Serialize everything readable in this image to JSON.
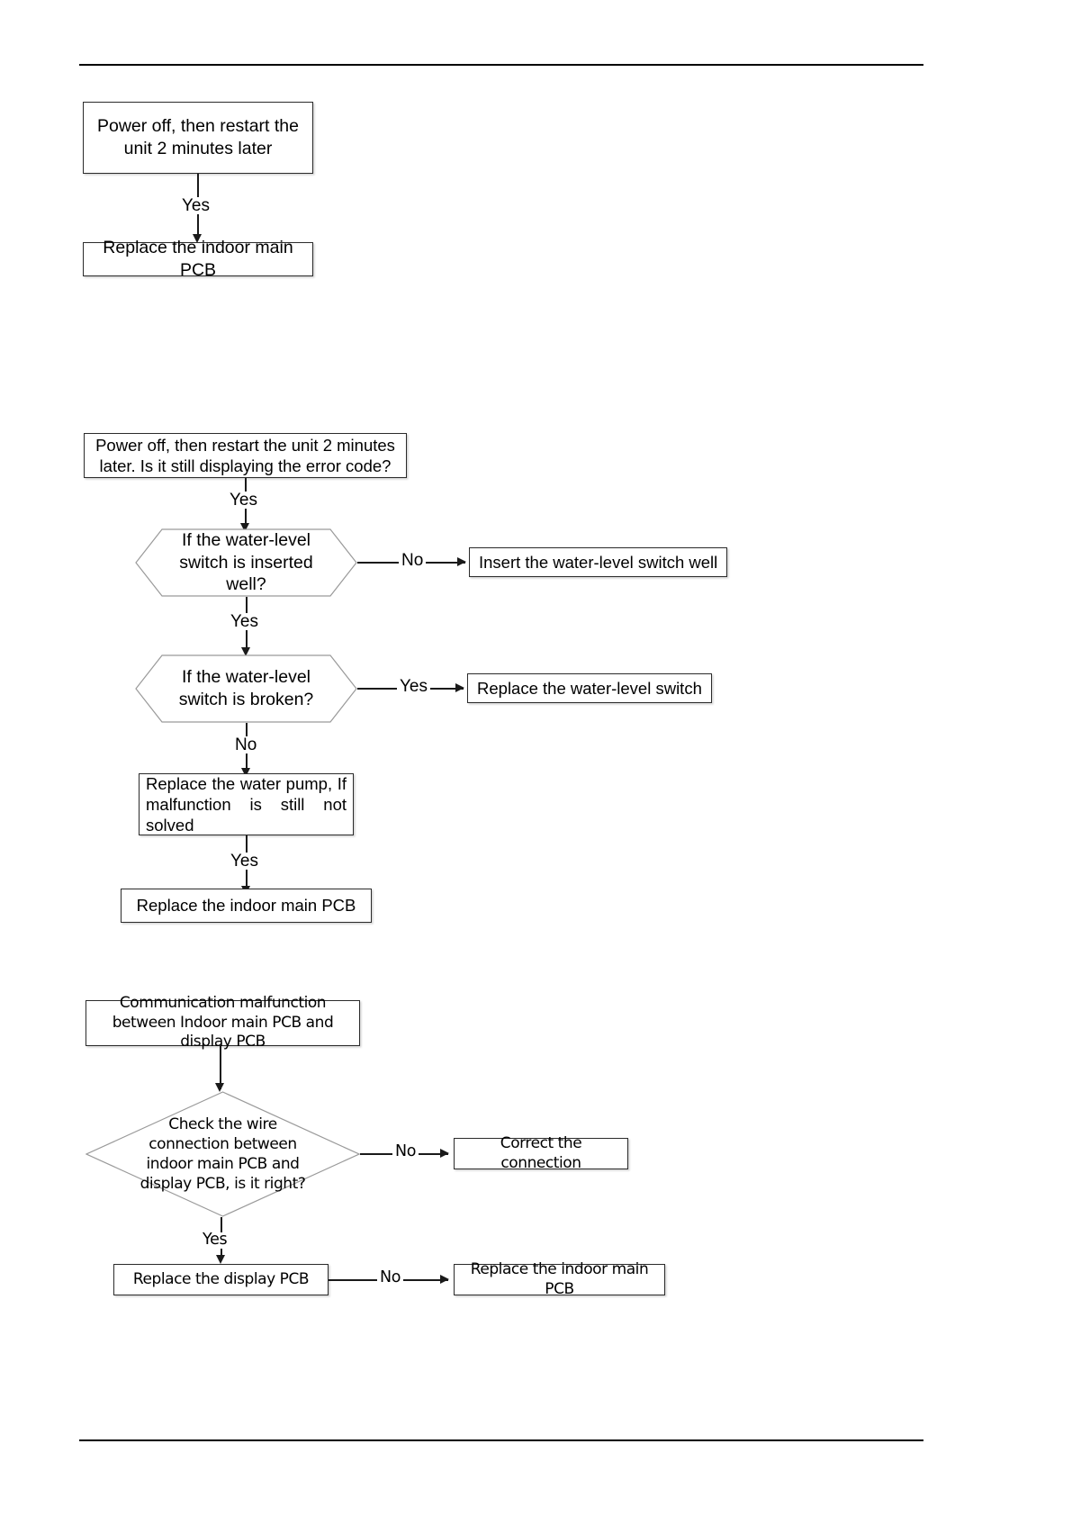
{
  "page": {
    "rules": {
      "top_line": true,
      "bottom_line": true
    }
  },
  "flowchart_1": {
    "name": "restart-then-replace-pcb",
    "nodes": {
      "start": "Power off, then restart the unit 2 minutes later",
      "action": "Replace the indoor main PCB"
    },
    "edges": {
      "start_to_action": "Yes"
    }
  },
  "flowchart_2": {
    "name": "water-level-switch-diagnosis",
    "nodes": {
      "start": "Power off, then restart the unit 2 minutes later. Is it still displaying the error code?",
      "decision_inserted": "If the water-level switch is inserted well?",
      "result_insert": "Insert the water-level switch well",
      "decision_broken": "If the water-level switch is broken?",
      "result_replace_switch": "Replace the water-level switch",
      "action_pump": "Replace the water pump, If malfunction is still not solved",
      "action_pcb": "Replace the indoor main PCB"
    },
    "edges": {
      "start_to_inserted": "Yes",
      "inserted_no": "No",
      "inserted_yes": "Yes",
      "broken_yes": "Yes",
      "broken_no": "No",
      "pump_to_pcb": "Yes"
    }
  },
  "flowchart_3": {
    "name": "communication-malfunction-diagnosis",
    "nodes": {
      "start": "Communication malfunction between Indoor main PCB and display PCB",
      "decision_wire": "Check the wire connection between indoor main PCB and display PCB, is it right?",
      "result_correct": "Correct the connection",
      "action_display_pcb": "Replace the display PCB",
      "action_main_pcb": "Replace the indoor main PCB"
    },
    "edges": {
      "wire_no": "No",
      "wire_yes": "Yes",
      "display_no": "No"
    }
  },
  "colors": {
    "ink": "#000000",
    "line": "#1a1a1a",
    "box_border": "#2b2b2b",
    "shape_border": "#9a9a9a",
    "paper": "#ffffff"
  }
}
